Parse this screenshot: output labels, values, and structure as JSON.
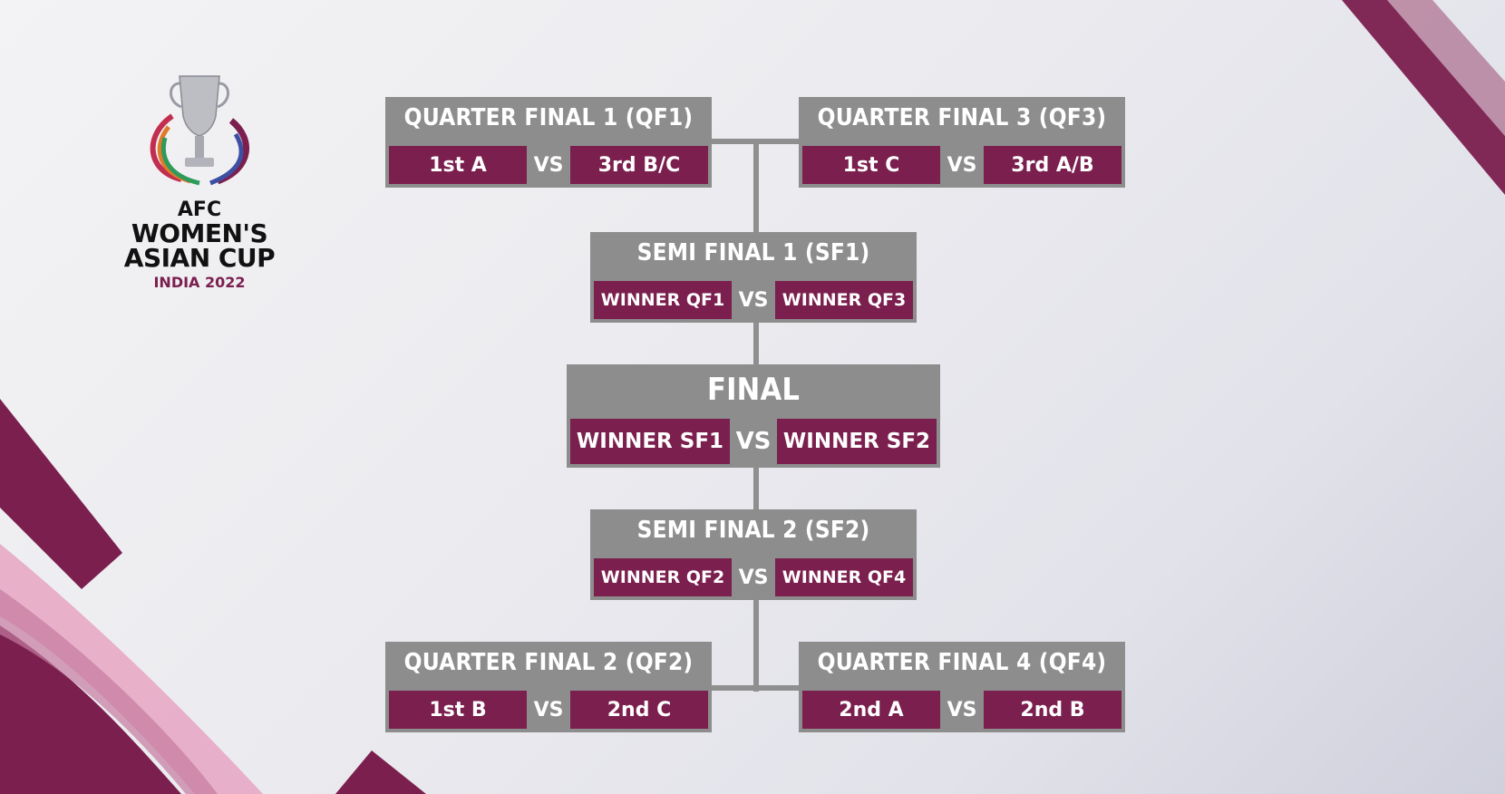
{
  "logo": {
    "line1": "AFC",
    "line2": "WOMEN'S",
    "line3": "ASIAN CUP",
    "line4": "INDIA 2022"
  },
  "colors": {
    "maroon": "#7b1f4e",
    "grey_box": "#8d8d8d",
    "text": "#ffffff"
  },
  "vs_label": "VS",
  "bracket": {
    "qf1": {
      "title": "QUARTER FINAL 1 (QF1)",
      "home": "1st A",
      "away": "3rd B/C"
    },
    "qf3": {
      "title": "QUARTER FINAL 3 (QF3)",
      "home": "1st C",
      "away": "3rd A/B"
    },
    "sf1": {
      "title": "SEMI FINAL 1 (SF1)",
      "home": "WINNER QF1",
      "away": "WINNER QF3"
    },
    "final": {
      "title": "FINAL",
      "home": "WINNER SF1",
      "away": "WINNER SF2"
    },
    "sf2": {
      "title": "SEMI FINAL 2 (SF2)",
      "home": "WINNER QF2",
      "away": "WINNER QF4"
    },
    "qf2": {
      "title": "QUARTER FINAL 2 (QF2)",
      "home": "1st B",
      "away": "2nd C"
    },
    "qf4": {
      "title": "QUARTER FINAL 4 (QF4)",
      "home": "2nd A",
      "away": "2nd B"
    }
  }
}
